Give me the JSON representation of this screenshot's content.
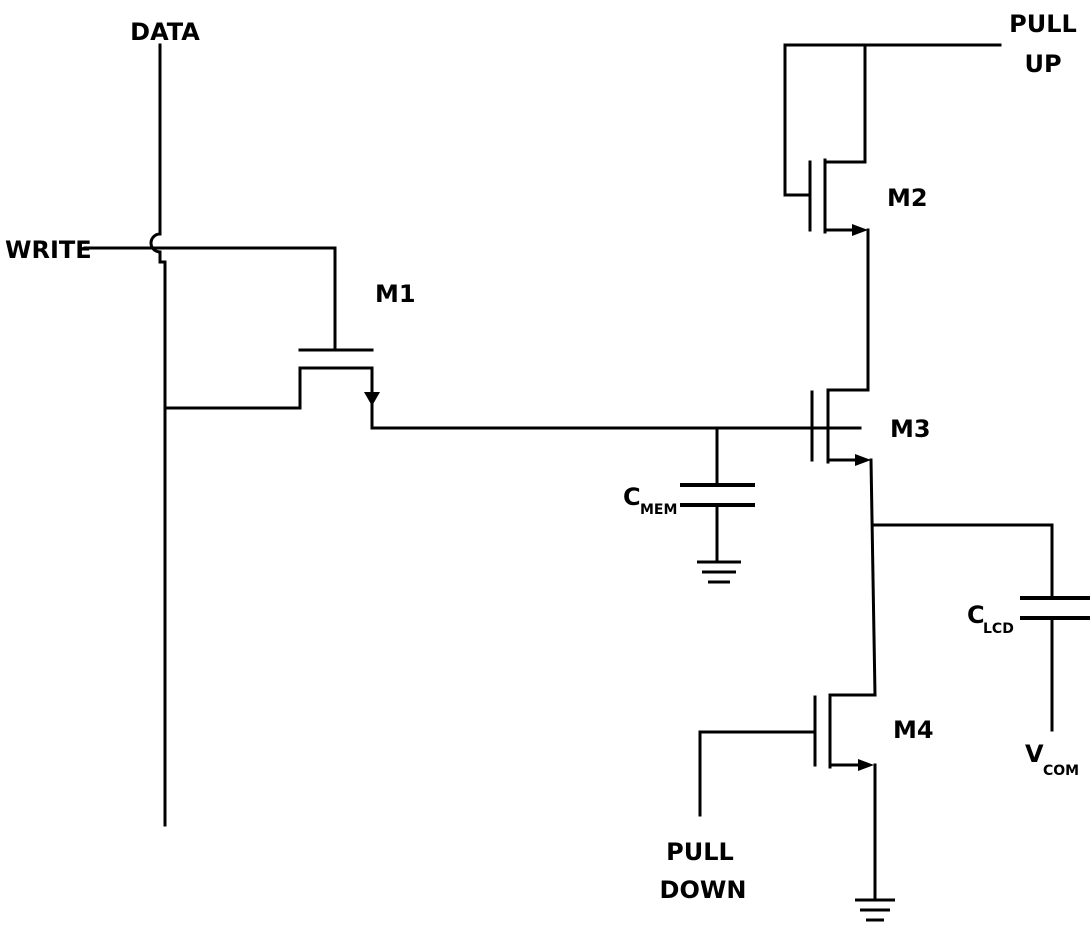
{
  "labels": {
    "data": "DATA",
    "write": "WRITE",
    "pull_up_line1": "PULL",
    "pull_up_line2": "UP",
    "pull_down_line1": "PULL",
    "pull_down_line2": "DOWN",
    "m1": "M1",
    "m2": "M2",
    "m3": "M3",
    "m4": "M4",
    "c_mem_main": "C",
    "c_mem_sub": "MEM",
    "c_lcd_main": "C",
    "c_lcd_sub": "LCD",
    "v_com_main": "V",
    "v_com_sub": "COM"
  }
}
